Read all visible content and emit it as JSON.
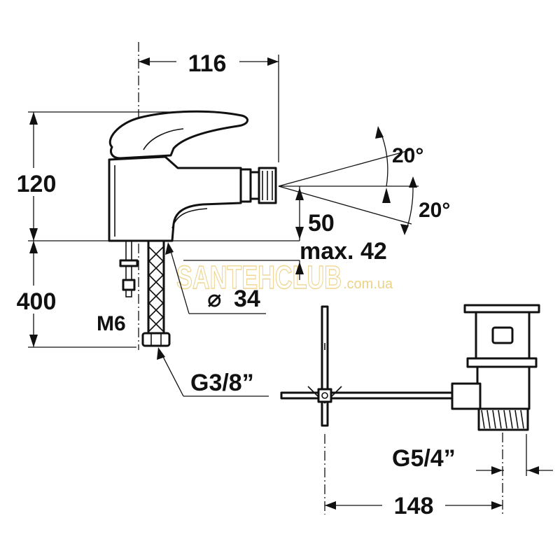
{
  "dimensions": {
    "width_top": "116",
    "height_body": "120",
    "height_hose": "400",
    "angle_up": "20°",
    "angle_down": "20°",
    "spout_height": "50",
    "deck_thickness": "max. 42",
    "hole_diameter": "34",
    "diameter_symbol": "⌀",
    "stud_thread": "M6",
    "hose_thread": "G3/8”",
    "waste_thread": "G5/4”",
    "waste_length": "148"
  },
  "watermark": {
    "brand": "SANTEHCLUB",
    "domain": ".com.ua"
  },
  "colors": {
    "ink": "#111111",
    "watermark": "#e8c76a"
  }
}
